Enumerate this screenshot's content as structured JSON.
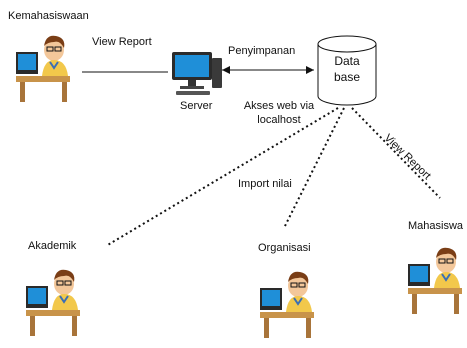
{
  "nodes": {
    "kemahasiswaan": {
      "label": "Kemahasiswaan"
    },
    "server": {
      "label": "Server"
    },
    "database": {
      "label_line1": "Data",
      "label_line2": "base"
    },
    "akademik": {
      "label": "Akademik"
    },
    "organisasi": {
      "label": "Organisasi"
    },
    "mahasiswa": {
      "label": "Mahasiswa"
    }
  },
  "edges": {
    "kemahasiswaan_server": {
      "label": "View Report"
    },
    "server_database": {
      "label": "Penyimpanan"
    },
    "akses_web": {
      "label_line1": "Akses web via",
      "label_line2": "localhost"
    },
    "import_nilai": {
      "label": "Import nilai"
    },
    "view_report_mahasiswa": {
      "label": "View Report"
    }
  },
  "colors": {
    "line": "#111111",
    "monitor_screen": "#1f8fd8",
    "desk": "#c8934a",
    "shirt": "#f2c84b",
    "hair": "#7a3e16"
  }
}
